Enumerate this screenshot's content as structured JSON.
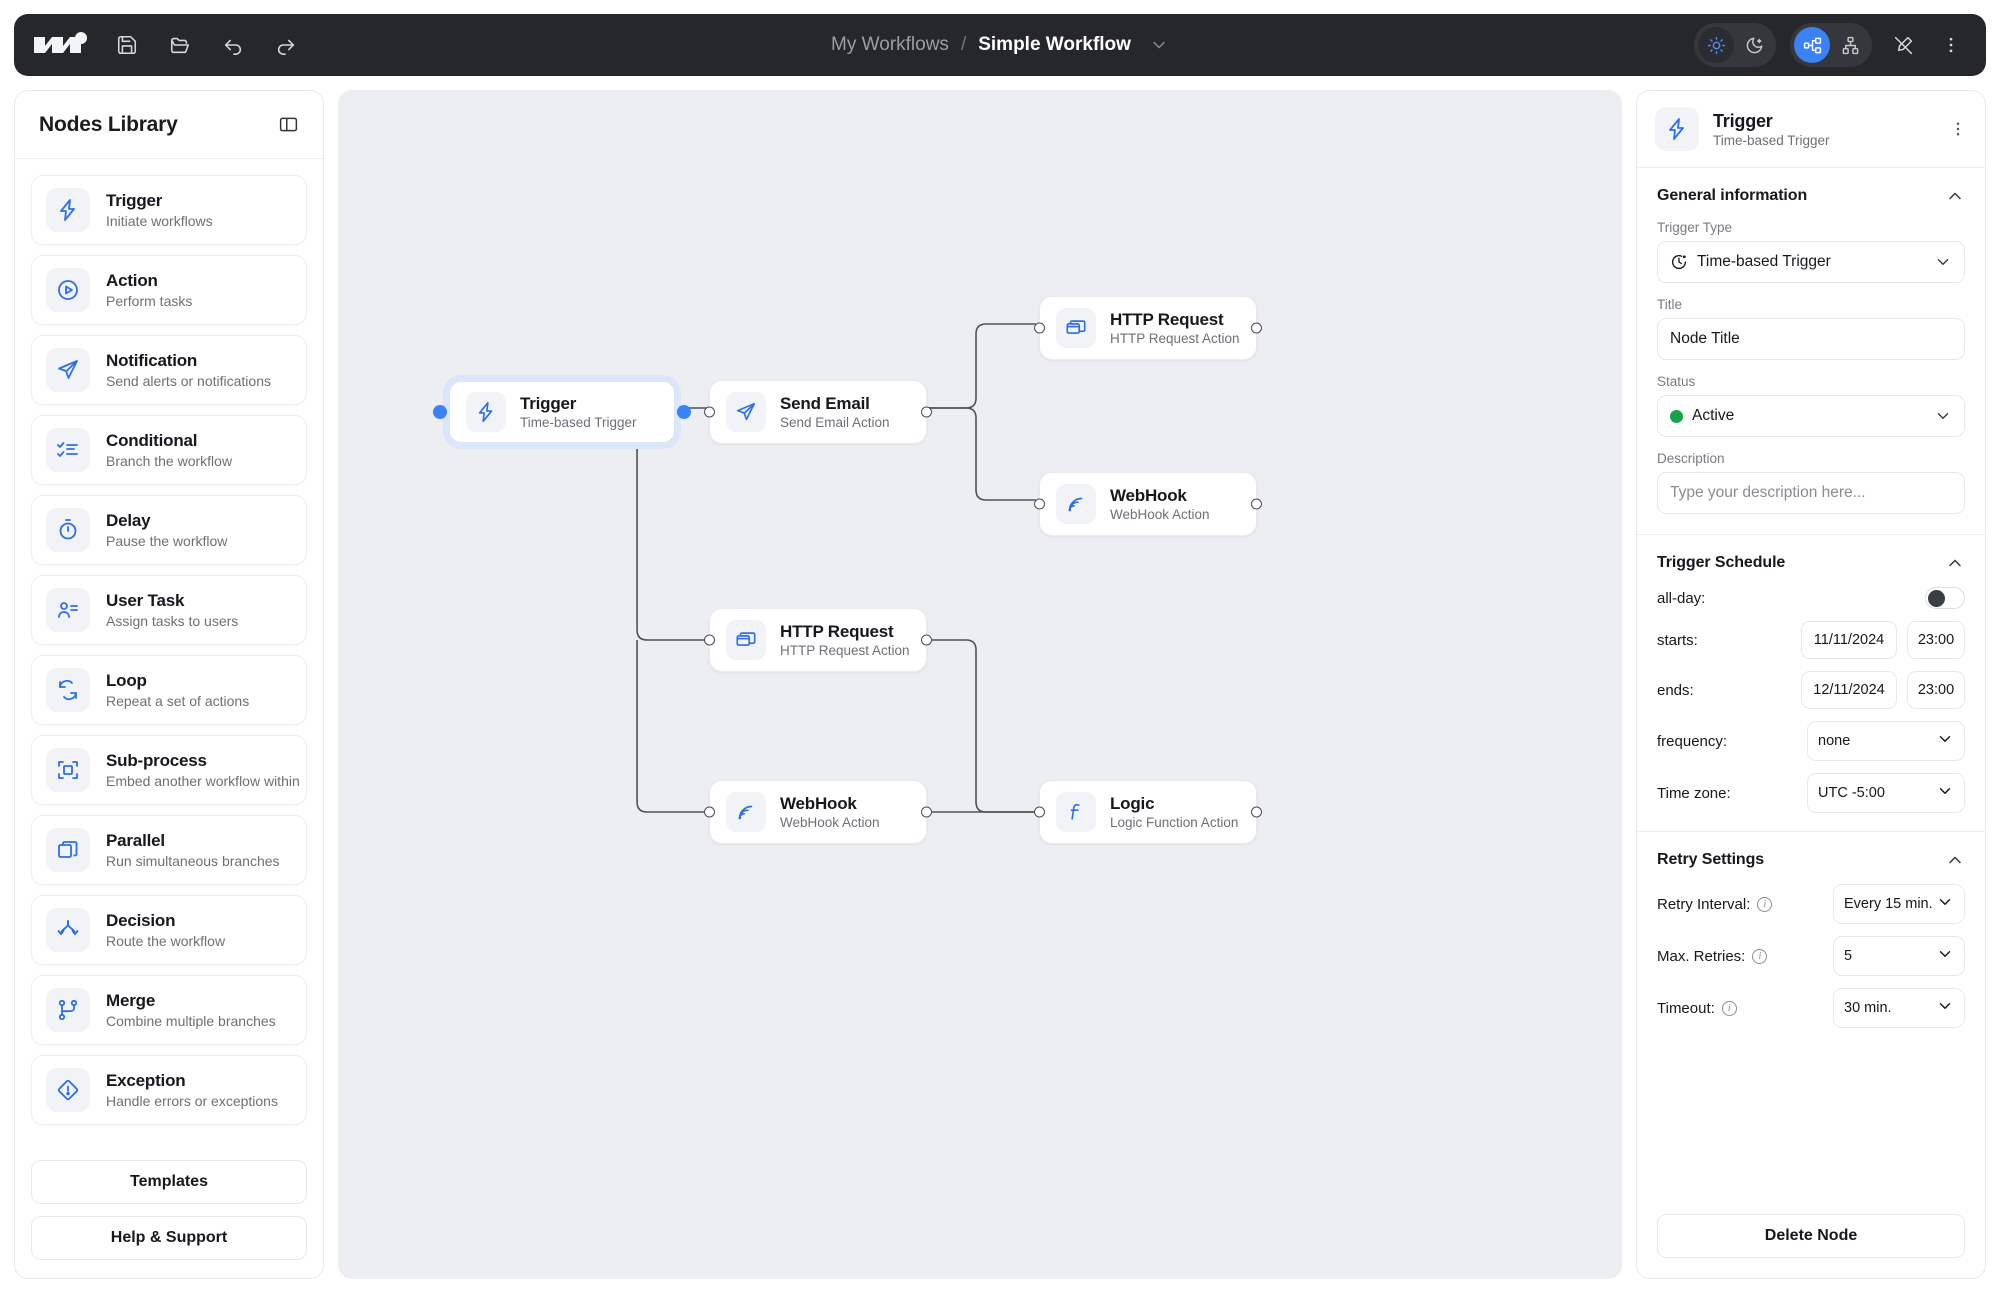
{
  "topbar": {
    "logo_name": "workflow-logo",
    "tools": [
      {
        "name": "save-icon",
        "label": "Save"
      },
      {
        "name": "open-folder-icon",
        "label": "Open"
      },
      {
        "name": "undo-icon",
        "label": "Undo"
      },
      {
        "name": "redo-icon",
        "label": "Redo"
      }
    ],
    "breadcrumb": {
      "parent": "My Workflows",
      "separator": "/",
      "current": "Simple Workflow"
    },
    "right": {
      "theme_light": "sun-icon",
      "theme_dark": "moon-icon",
      "layout_horizontal": "graph-horizontal-icon",
      "layout_vertical": "graph-vertical-icon",
      "lock_edit": "pen-off-icon",
      "more": "more-vertical-icon"
    }
  },
  "sidebar": {
    "title": "Nodes Library",
    "collapse_icon": "panel-collapse-icon",
    "items": [
      {
        "title": "Trigger",
        "sub": "Initiate workflows",
        "icon": "lightning-icon"
      },
      {
        "title": "Action",
        "sub": "Perform tasks",
        "icon": "play-circle-icon"
      },
      {
        "title": "Notification",
        "sub": "Send alerts or notifications",
        "icon": "paper-plane-icon"
      },
      {
        "title": "Conditional",
        "sub": "Branch the workflow",
        "icon": "checklist-icon"
      },
      {
        "title": "Delay",
        "sub": "Pause the workflow",
        "icon": "stopwatch-icon"
      },
      {
        "title": "User Task",
        "sub": "Assign tasks to users",
        "icon": "user-list-icon"
      },
      {
        "title": "Loop",
        "sub": "Repeat a set of actions",
        "icon": "loop-icon"
      },
      {
        "title": "Sub-process",
        "sub": "Embed another workflow within",
        "icon": "subprocess-icon"
      },
      {
        "title": "Parallel",
        "sub": "Run simultaneous branches",
        "icon": "copy-stack-icon"
      },
      {
        "title": "Decision",
        "sub": "Route the workflow",
        "icon": "branch-split-icon"
      },
      {
        "title": "Merge",
        "sub": "Combine multiple branches",
        "icon": "merge-icon"
      },
      {
        "title": "Exception",
        "sub": "Handle errors or exceptions",
        "icon": "warning-diamond-icon"
      }
    ],
    "footer": {
      "templates": "Templates",
      "help": "Help & Support"
    }
  },
  "canvas": {
    "nodes": [
      {
        "id": "trigger",
        "title": "Trigger",
        "sub": "Time-based Trigger",
        "icon": "lightning-icon",
        "selected": true
      },
      {
        "id": "email",
        "title": "Send Email",
        "sub": "Send Email Action",
        "icon": "paper-plane-icon",
        "selected": false
      },
      {
        "id": "http1",
        "title": "HTTP Request",
        "sub": "HTTP Request Action",
        "icon": "window-stack-icon",
        "selected": false
      },
      {
        "id": "webhook1",
        "title": "WebHook",
        "sub": "WebHook Action",
        "icon": "rss-signal-icon",
        "selected": false
      },
      {
        "id": "http2",
        "title": "HTTP Request",
        "sub": "HTTP Request Action",
        "icon": "window-stack-icon",
        "selected": false
      },
      {
        "id": "webhook2",
        "title": "WebHook",
        "sub": "WebHook Action",
        "icon": "rss-signal-icon",
        "selected": false
      },
      {
        "id": "logic",
        "title": "Logic",
        "sub": "Logic Function Action",
        "icon": "function-f-icon",
        "selected": false
      }
    ]
  },
  "panel": {
    "header": {
      "title": "Trigger",
      "sub": "Time-based Trigger",
      "icon": "lightning-icon",
      "menu_icon": "more-vertical-icon"
    },
    "general": {
      "title": "General information",
      "trigger_type_label": "Trigger Type",
      "trigger_type_value": "Time-based Trigger",
      "trigger_type_icon": "clock-icon",
      "title_label": "Title",
      "title_value": "Node Title",
      "status_label": "Status",
      "status_value": "Active",
      "status_color": "#16a34a",
      "description_label": "Description",
      "description_placeholder": "Type your description here..."
    },
    "schedule": {
      "title": "Trigger Schedule",
      "all_day_label": "all-day:",
      "all_day_on": false,
      "starts_label": "starts:",
      "starts_date": "11/11/2024",
      "starts_time": "23:00",
      "ends_label": "ends:",
      "ends_date": "12/11/2024",
      "ends_time": "23:00",
      "frequency_label": "frequency:",
      "frequency_value": "none",
      "timezone_label": "Time zone:",
      "timezone_value": "UTC -5:00"
    },
    "retry": {
      "title": "Retry Settings",
      "interval_label": "Retry Interval:",
      "interval_value": "Every 15 min.",
      "max_label": "Max. Retries:",
      "max_value": "5",
      "timeout_label": "Timeout:",
      "timeout_value": "30 min."
    },
    "delete_label": "Delete Node"
  },
  "colors": {
    "accent": "#3b82f6",
    "icon_blue": "#2f6fe4",
    "canvas_bg": "#eceef2",
    "topbar_bg": "#26272b",
    "status_green": "#16a34a"
  }
}
